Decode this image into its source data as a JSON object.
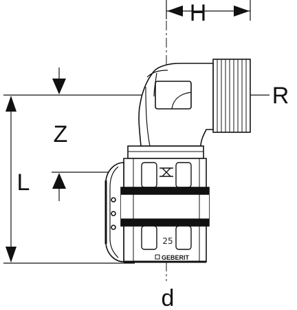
{
  "dimensions": {
    "H": "H",
    "R": "R",
    "Z": "Z",
    "L": "L",
    "d": "d"
  },
  "fitting": {
    "size_marking": "25",
    "brand": "GEBERIT"
  },
  "colors": {
    "line": "#111111",
    "fill": "#ffffff"
  }
}
